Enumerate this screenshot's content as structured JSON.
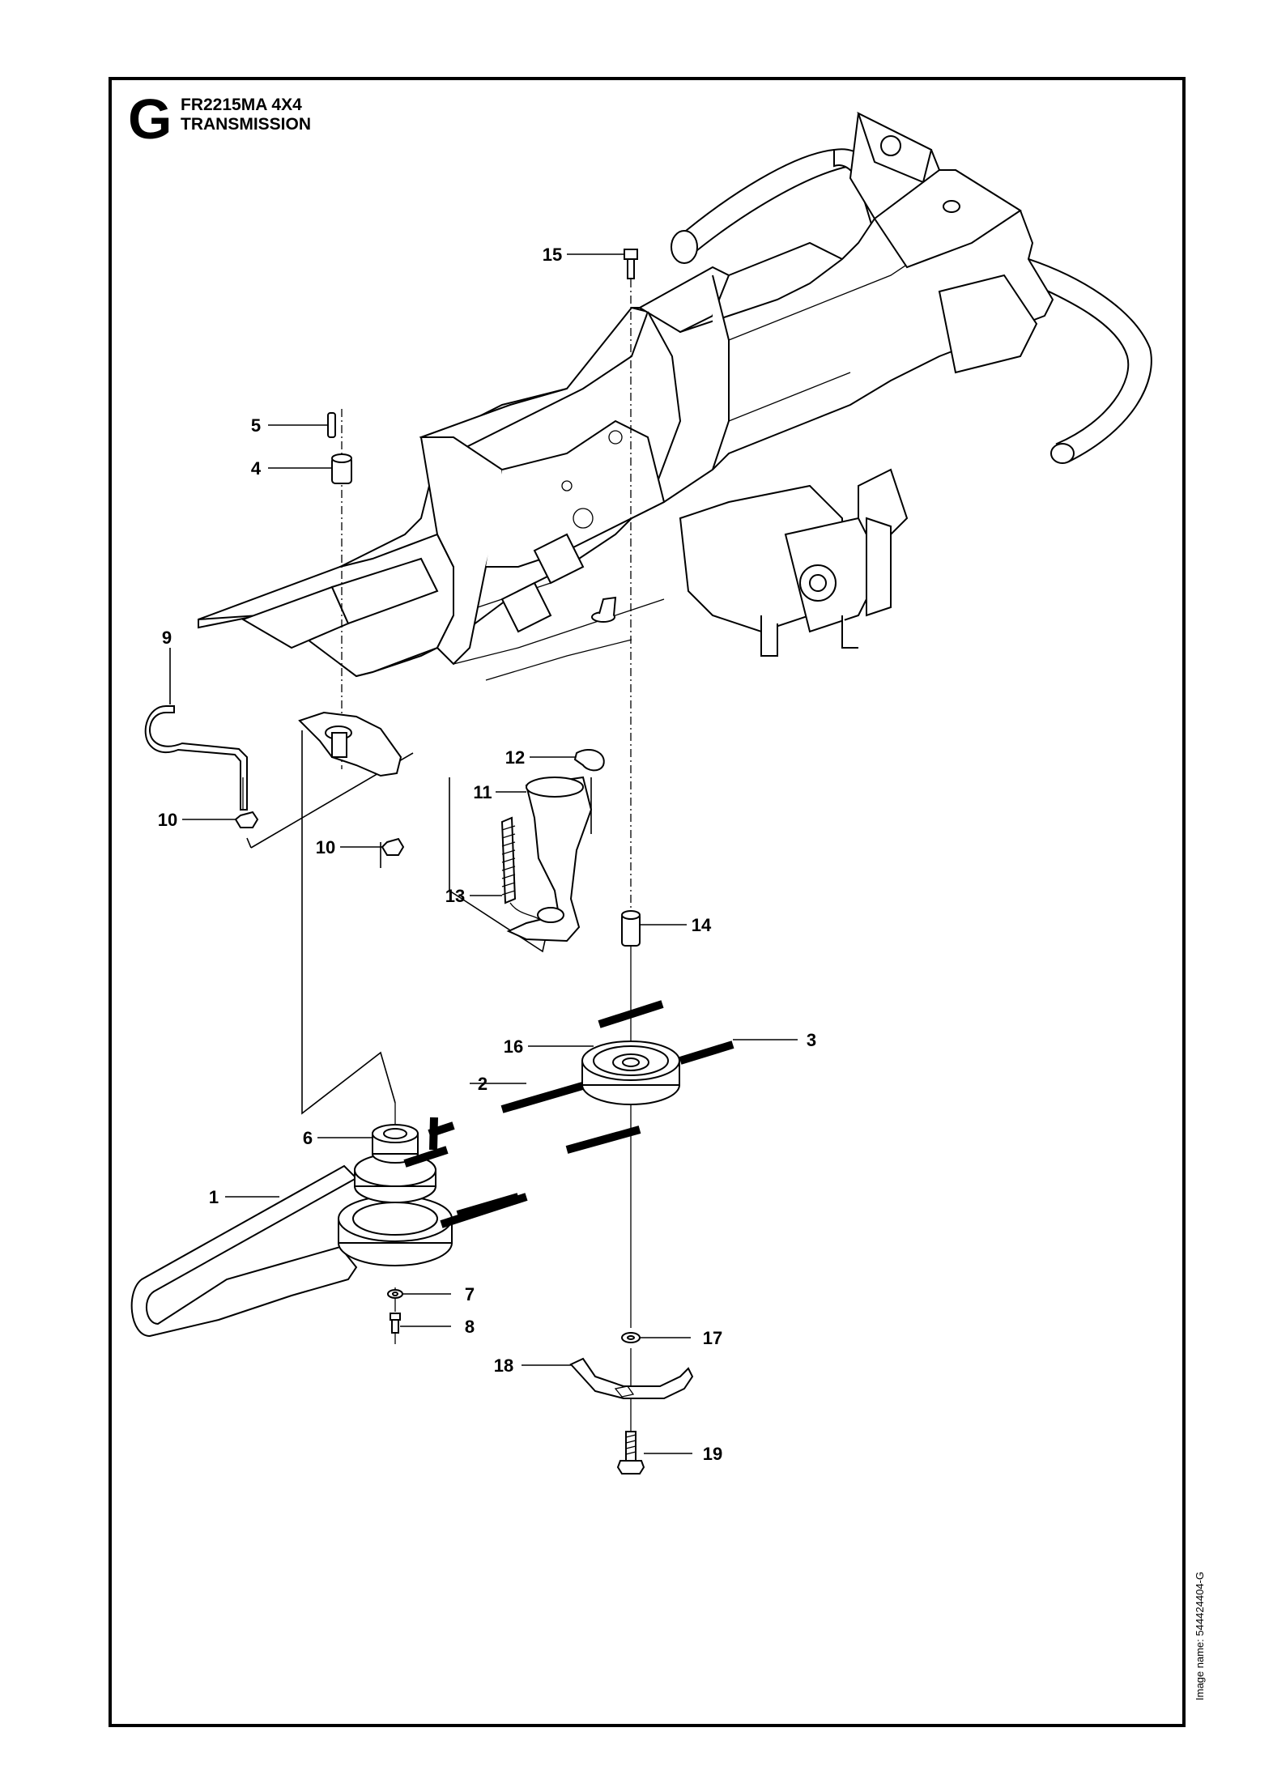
{
  "header": {
    "section_letter": "G",
    "model": "FR2215MA 4X4",
    "section_title": "TRANSMISSION"
  },
  "footer": {
    "image_name": "Image name: 544424404-G"
  },
  "callouts": [
    {
      "id": "1",
      "label": "1"
    },
    {
      "id": "2",
      "label": "2"
    },
    {
      "id": "3",
      "label": "3"
    },
    {
      "id": "4",
      "label": "4"
    },
    {
      "id": "5",
      "label": "5"
    },
    {
      "id": "6",
      "label": "6"
    },
    {
      "id": "7",
      "label": "7"
    },
    {
      "id": "8",
      "label": "8"
    },
    {
      "id": "9",
      "label": "9"
    },
    {
      "id": "10a",
      "label": "10"
    },
    {
      "id": "10b",
      "label": "10"
    },
    {
      "id": "11",
      "label": "11"
    },
    {
      "id": "12",
      "label": "12"
    },
    {
      "id": "13",
      "label": "13"
    },
    {
      "id": "14",
      "label": "14"
    },
    {
      "id": "15",
      "label": "15"
    },
    {
      "id": "16",
      "label": "16"
    },
    {
      "id": "17",
      "label": "17"
    },
    {
      "id": "18",
      "label": "18"
    },
    {
      "id": "19",
      "label": "19"
    }
  ]
}
